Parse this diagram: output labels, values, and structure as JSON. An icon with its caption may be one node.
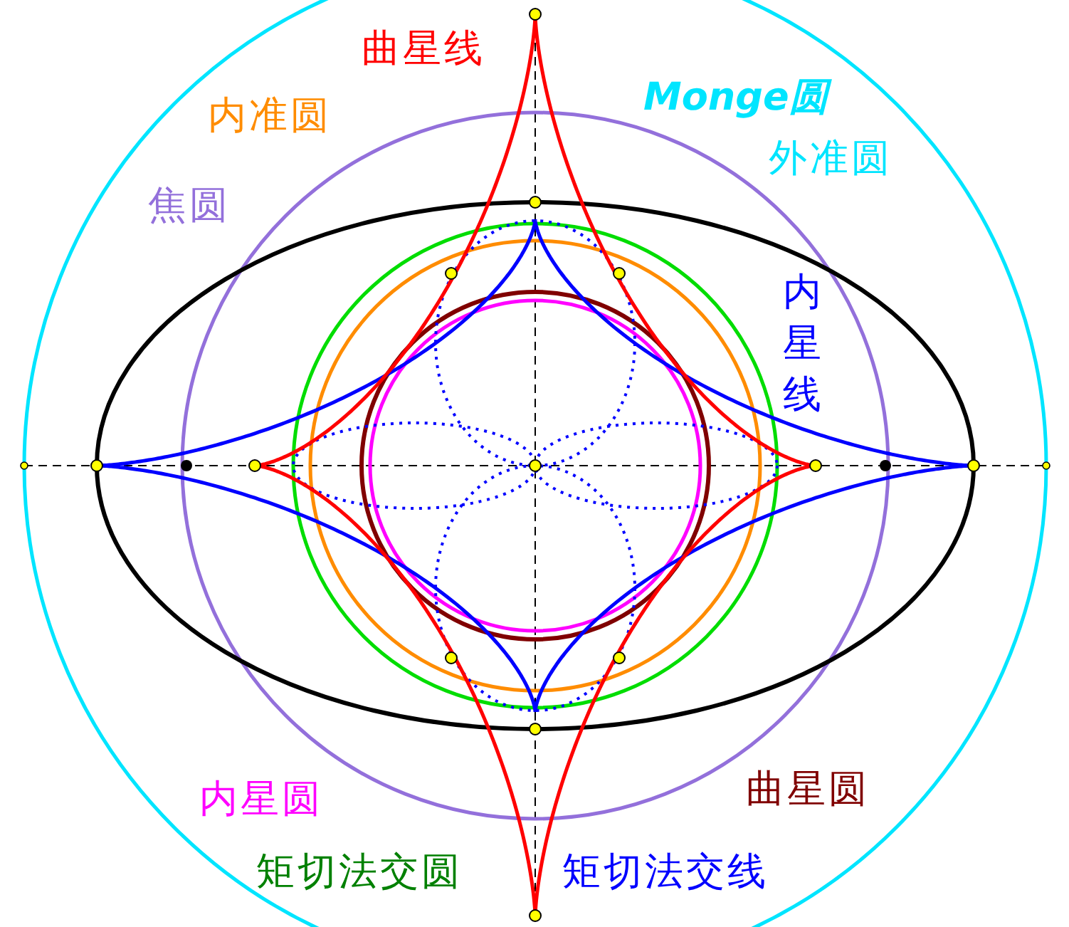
{
  "diagram": {
    "labels": [
      "曲星线",
      "内准圆",
      "Monge圆",
      "外准圆",
      "焦圆",
      "内星线",
      "内星圆",
      "曲星圆",
      "矩切法交圆",
      "矩切法交线"
    ]
  }
}
